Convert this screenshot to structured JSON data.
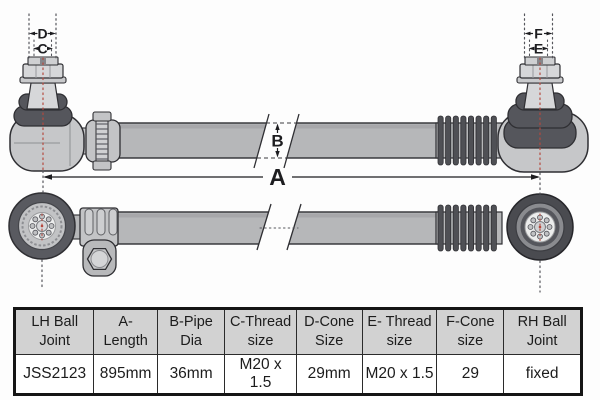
{
  "diagram": {
    "dim_d_label": "D",
    "dim_c_label": "C",
    "dim_f_label": "F",
    "dim_e_label": "E",
    "dim_b_label": "B",
    "dim_a_label": "A"
  },
  "colors": {
    "tube_gray": "#b6b7b9",
    "dark_part_gray": "#55565c",
    "light_part_gray": "#c6c7c9",
    "outline": "#2f2f33",
    "centerline_red": "#b5493e",
    "table_header_bg": "#d2d2d2"
  },
  "table": {
    "headers": [
      {
        "line1": "LH Ball",
        "line2": "Joint"
      },
      {
        "line1": "A-Length",
        "line2": ""
      },
      {
        "line1": "B-Pipe",
        "line2": "Dia"
      },
      {
        "line1": "C-Thread",
        "line2": "size"
      },
      {
        "line1": "D-Cone",
        "line2": "Size"
      },
      {
        "line1": "E- Thread",
        "line2": "size"
      },
      {
        "line1": "F-Cone",
        "line2": "size"
      },
      {
        "line1": "RH Ball",
        "line2": "Joint"
      }
    ],
    "values": [
      "JSS2123",
      "895mm",
      "36mm",
      "M20 x 1.5",
      "29mm",
      "M20 x 1.5",
      "29",
      "fixed"
    ]
  }
}
